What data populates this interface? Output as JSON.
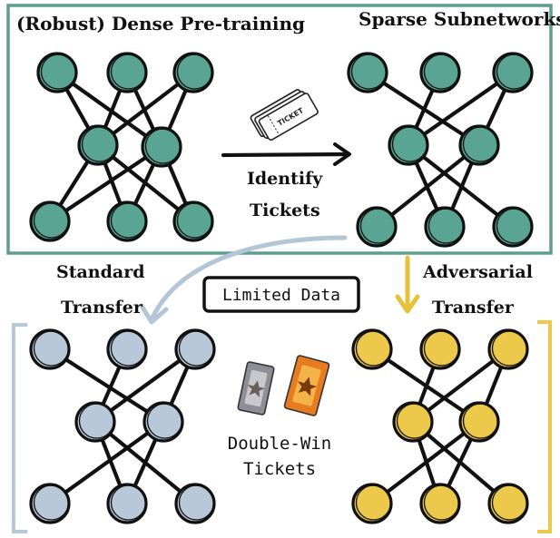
{
  "title_left": "(Robust) Dense Pre-training",
  "title_right": "Sparse Subnetworks",
  "identify": [
    "Identify",
    "Tickets"
  ],
  "ticket_stamp": "TICKET",
  "standard": [
    "Standard",
    "Transfer"
  ],
  "adversarial": [
    "Adversarial",
    "Transfer"
  ],
  "limited_data": "Limited Data",
  "double_win": [
    "Double-Win",
    "Tickets"
  ],
  "colors": {
    "teal_node": "#5aa493",
    "teal_frame": "#5e9e8d",
    "blue_node": "#b9c8d8",
    "blue_arrow": "#b4c6d6",
    "yellow_node": "#ecc94a",
    "yellow_arrow": "#e6c23c",
    "ticket_grey": "#8e8e96",
    "ticket_orange": "#e67c1f"
  },
  "icons": {
    "paper_tickets": "paper-tickets-icon",
    "grey_ticket": "grey-ticket-icon",
    "orange_ticket": "orange-ticket-icon"
  },
  "networks": [
    {
      "name": "dense-network",
      "color": "teal",
      "layers": [
        3,
        2,
        3
      ],
      "topology": "dense"
    },
    {
      "name": "sparse-network",
      "color": "teal",
      "layers": [
        3,
        2,
        3
      ],
      "topology": "sparse"
    },
    {
      "name": "standard-network",
      "color": "blue",
      "layers": [
        3,
        2,
        3
      ],
      "topology": "sparse"
    },
    {
      "name": "adversarial-network",
      "color": "yellow",
      "layers": [
        3,
        2,
        3
      ],
      "topology": "sparse"
    }
  ]
}
